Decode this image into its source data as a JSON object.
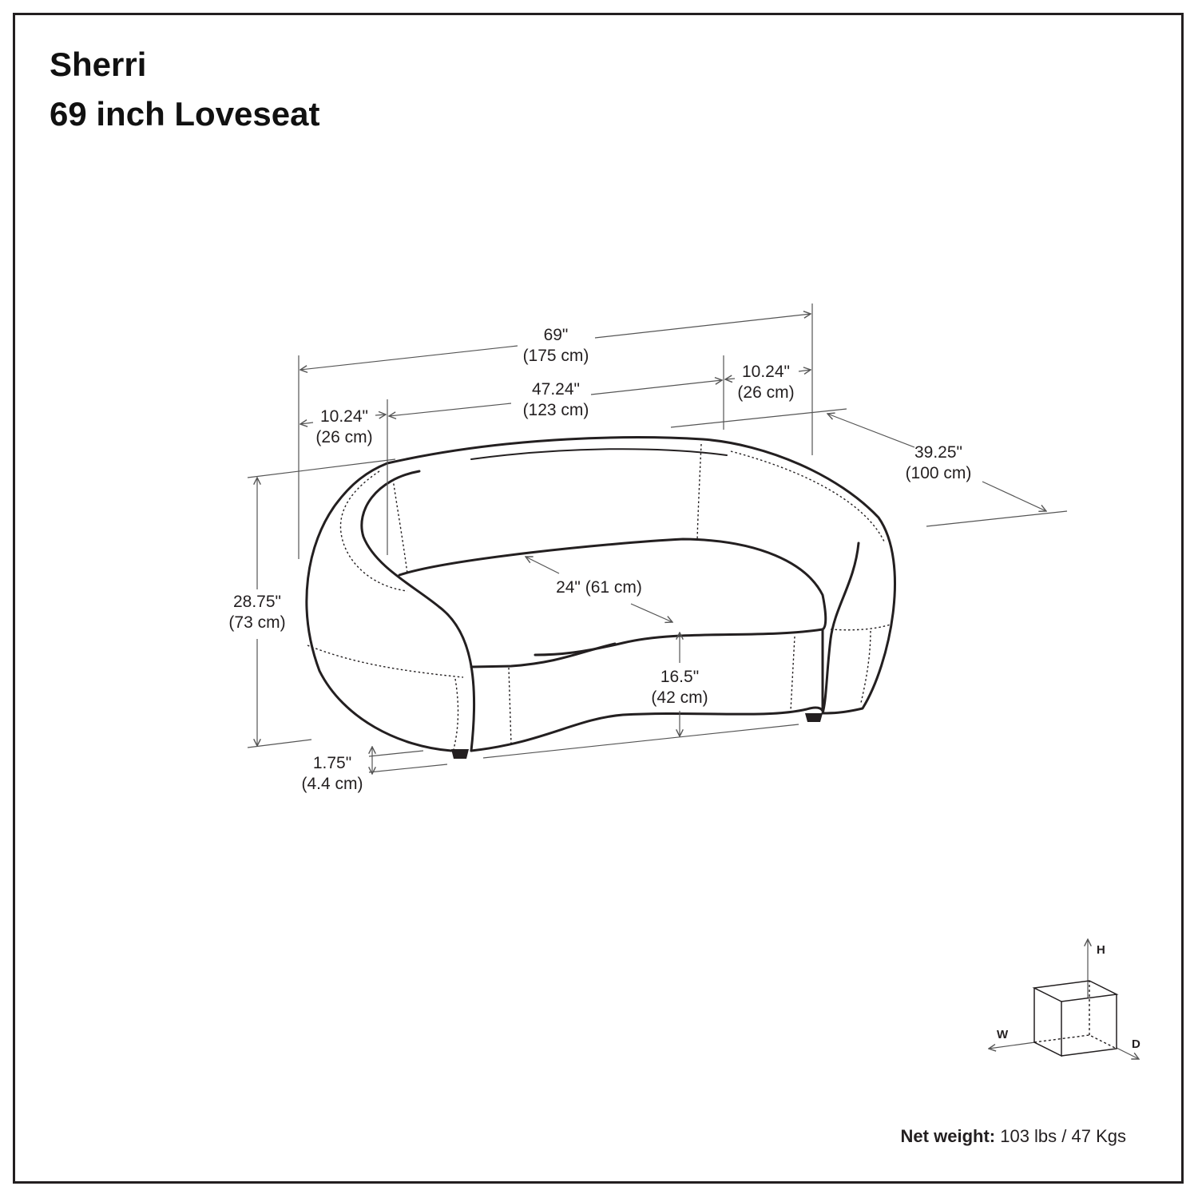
{
  "header": {
    "name": "Sherri",
    "subtitle": "69 inch Loveseat"
  },
  "dimensions": {
    "overall_width": {
      "imperial": "69\"",
      "metric": "(175 cm)"
    },
    "seat_width": {
      "imperial": "47.24\"",
      "metric": "(123 cm)"
    },
    "left_arm_width": {
      "imperial": "10.24\"",
      "metric": "(26 cm)"
    },
    "right_arm_width": {
      "imperial": "10.24\"",
      "metric": "(26 cm)"
    },
    "depth": {
      "imperial": "39.25\"",
      "metric": "(100 cm)"
    },
    "height": {
      "imperial": "28.75\"",
      "metric": "(73 cm)"
    },
    "seat_depth": {
      "label": "24\" (61 cm)"
    },
    "seat_height": {
      "imperial": "16.5\"",
      "metric": "(42 cm)"
    },
    "leg_height": {
      "imperial": "1.75\"",
      "metric": "(4.4 cm)"
    }
  },
  "axes": {
    "height": "H",
    "width": "W",
    "depth": "D"
  },
  "footer": {
    "weight_label": "Net weight:",
    "weight_value": " 103 lbs / 47 Kgs"
  }
}
